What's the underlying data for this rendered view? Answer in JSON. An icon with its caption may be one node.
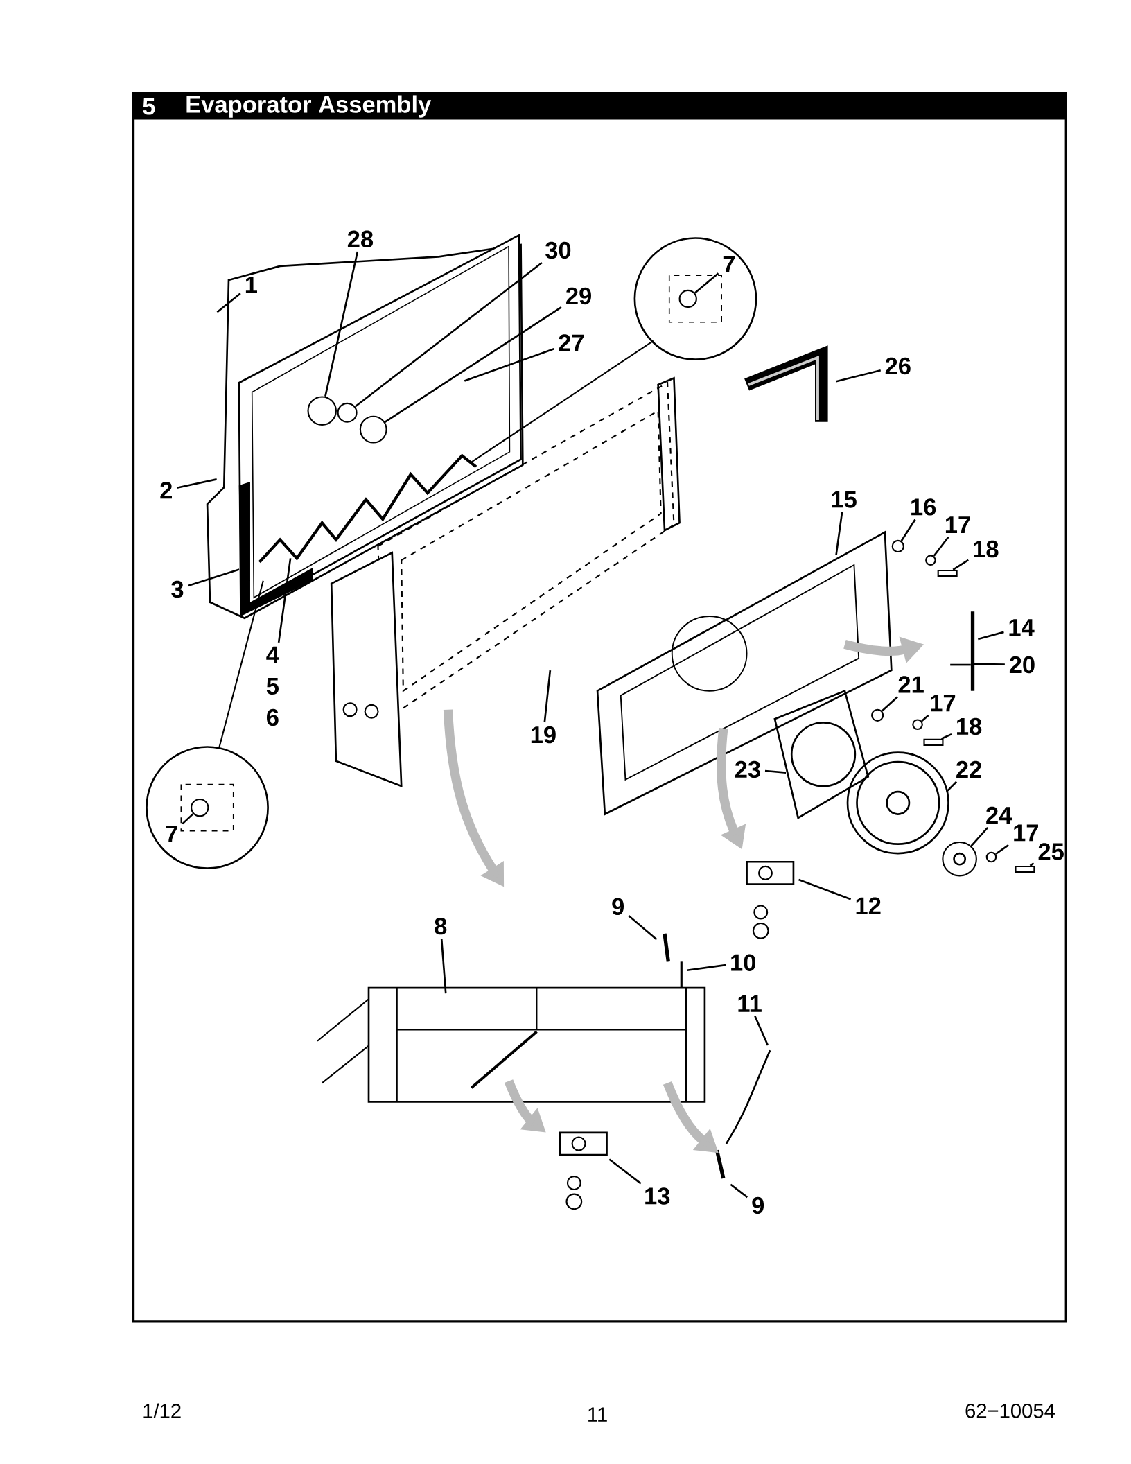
{
  "diagram": {
    "title": "Evaporator Assembly",
    "nodes": [
      {
        "text": [
          "28"
        ]
      },
      {
        "text": [
          "30"
        ]
      },
      {
        "text": [
          "29"
        ]
      },
      {
        "text": [
          "27"
        ]
      },
      {
        "text": [
          "1"
        ]
      },
      {
        "text": [
          "7"
        ]
      },
      {
        "text": [
          "26"
        ]
      },
      {
        "text": [
          "2"
        ]
      },
      {
        "text": [
          "3"
        ]
      },
      {
        "text": [
          "4",
          "5",
          "6"
        ]
      },
      {
        "text": [
          "15"
        ]
      },
      {
        "text": [
          "16"
        ]
      },
      {
        "text": [
          "17"
        ]
      },
      {
        "text": [
          "18"
        ]
      },
      {
        "text": [
          "14"
        ]
      },
      {
        "text": [
          "20"
        ]
      },
      {
        "text": [
          "21"
        ]
      },
      {
        "text": [
          "17"
        ]
      },
      {
        "text": [
          "18"
        ]
      },
      {
        "text": [
          "19"
        ]
      },
      {
        "text": [
          "23"
        ]
      },
      {
        "text": [
          "22"
        ]
      },
      {
        "text": [
          "24"
        ]
      },
      {
        "text": [
          "17"
        ]
      },
      {
        "text": [
          "25"
        ]
      },
      {
        "text": [
          "7"
        ]
      },
      {
        "text": [
          "12"
        ]
      },
      {
        "text": [
          "9"
        ]
      },
      {
        "text": [
          "8"
        ]
      },
      {
        "text": [
          "10"
        ]
      },
      {
        "text": [
          "11"
        ]
      },
      {
        "text": [
          "13"
        ]
      },
      {
        "text": [
          "9"
        ]
      },
      {
        "text": [],
        "shape": "circle"
      },
      {
        "text": [],
        "shape": "circle"
      },
      {
        "text": [],
        "shape": "circle"
      },
      {
        "text": [],
        "shape": "circle"
      },
      {
        "text": [],
        "shape": "circle"
      },
      {
        "text": [],
        "shape": "circle"
      },
      {
        "text": [],
        "shape": "circle"
      },
      {
        "text": [],
        "shape": "circle"
      },
      {
        "text": [],
        "shape": "circle"
      },
      {
        "text": [],
        "shape": "box"
      },
      {
        "text": [],
        "shape": "circle"
      },
      {
        "text": [],
        "shape": "box"
      },
      {
        "text": [],
        "shape": "circle"
      },
      {
        "text": [],
        "shape": "box"
      }
    ],
    "edges": [
      {
        "from": 0,
        "to": 34,
        "arrow": "none"
      },
      {
        "from": 1,
        "to": 35,
        "arrow": "none"
      },
      {
        "from": 2,
        "to": 36,
        "arrow": "none"
      },
      {
        "from": 3,
        "to": null,
        "arrow": "none"
      },
      {
        "from": 4,
        "to": null,
        "arrow": "none"
      },
      {
        "from": 5,
        "to": 37,
        "arrow": "none"
      },
      {
        "from": 6,
        "to": null,
        "arrow": "none"
      },
      {
        "from": 7,
        "to": null,
        "arrow": "none"
      },
      {
        "from": 8,
        "to": null,
        "arrow": "none"
      },
      {
        "from": 9,
        "to": null,
        "arrow": "none"
      },
      {
        "from": 10,
        "to": null,
        "arrow": "none"
      },
      {
        "from": 11,
        "to": 39,
        "arrow": "none"
      },
      {
        "from": 12,
        "to": 41,
        "arrow": "none"
      },
      {
        "from": 13,
        "to": 44,
        "arrow": "none"
      },
      {
        "from": 14,
        "to": null,
        "arrow": "none"
      },
      {
        "from": 15,
        "to": null,
        "arrow": "none"
      },
      {
        "from": 16,
        "to": 38,
        "arrow": "none"
      },
      {
        "from": 17,
        "to": 40,
        "arrow": "none"
      },
      {
        "from": 18,
        "to": 42,
        "arrow": "none"
      },
      {
        "from": 19,
        "to": null,
        "arrow": "none"
      },
      {
        "from": 20,
        "to": null,
        "arrow": "none"
      },
      {
        "from": 21,
        "to": null,
        "arrow": "none"
      },
      {
        "from": 22,
        "to": 43,
        "arrow": "none"
      },
      {
        "from": 23,
        "to": 45,
        "arrow": "none"
      },
      {
        "from": 24,
        "to": 46,
        "arrow": "none"
      },
      {
        "from": 25,
        "to": 33,
        "arrow": "none"
      },
      {
        "from": 26,
        "to": null,
        "arrow": "none"
      },
      {
        "from": 27,
        "to": null,
        "arrow": "none"
      },
      {
        "from": 28,
        "to": null,
        "arrow": "none"
      },
      {
        "from": 29,
        "to": null,
        "arrow": "none"
      },
      {
        "from": 30,
        "to": null,
        "arrow": "none"
      },
      {
        "from": 31,
        "to": null,
        "arrow": "none"
      },
      {
        "from": 32,
        "to": null,
        "arrow": "none"
      }
    ],
    "labels": [
      "5",
      "1/12",
      "11",
      "62−10054"
    ]
  }
}
